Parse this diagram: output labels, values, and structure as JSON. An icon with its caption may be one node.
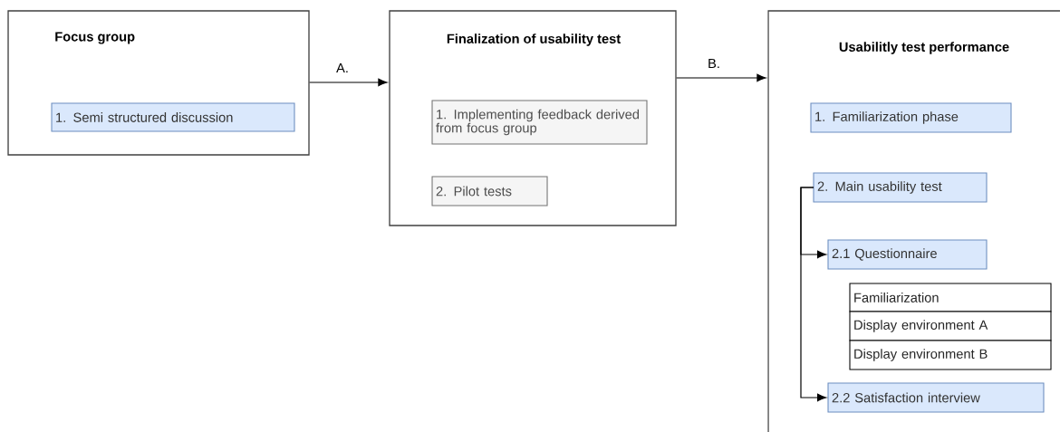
{
  "diagram": {
    "nodes": [
      {
        "text": [
          "Focus group"
        ]
      },
      {
        "text": [
          "1. Semi structured discussion"
        ],
        "in": 0
      },
      {
        "text": [
          "Finalization of usability test"
        ]
      },
      {
        "text": [
          "1. Implementing feedback derived from focus group"
        ],
        "in": 2
      },
      {
        "text": [
          "2. Pilot tests"
        ],
        "in": 2
      },
      {
        "text": [
          "Usabilitly test performance"
        ]
      },
      {
        "text": [
          "1. Familiarization phase"
        ],
        "in": 5
      },
      {
        "text": [
          "2. Main usability test"
        ],
        "in": 5
      },
      {
        "text": [
          "2.1 Questionnaire"
        ],
        "in": 5
      },
      {
        "text": [
          "Familiarization"
        ],
        "in": 5
      },
      {
        "text": [
          "Display environment A"
        ],
        "in": 5
      },
      {
        "text": [
          "Display environment B"
        ],
        "in": 5
      },
      {
        "text": [
          "2.2 Satisfaction interview"
        ],
        "in": 5
      }
    ],
    "edges": [
      {
        "from": 0,
        "to": 2,
        "arrow": "to",
        "label": "A."
      },
      {
        "from": 2,
        "to": 5,
        "arrow": "to",
        "label": "B."
      },
      {
        "from": 7,
        "to": 8,
        "arrow": "to"
      },
      {
        "from": 7,
        "to": 12,
        "arrow": "to"
      }
    ]
  }
}
